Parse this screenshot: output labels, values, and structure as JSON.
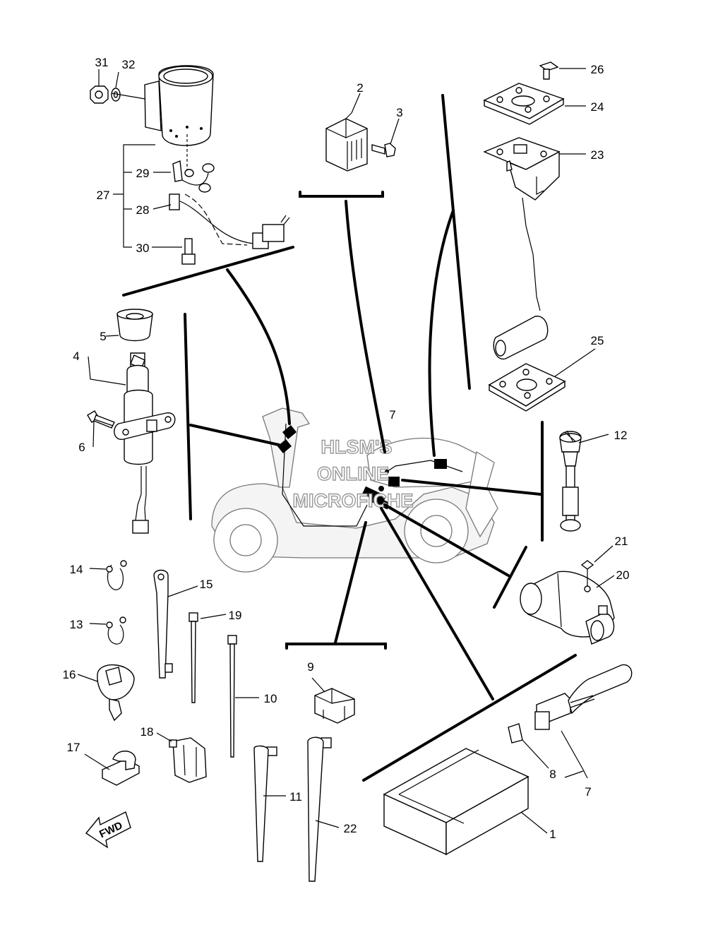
{
  "watermark": {
    "line1": "HLSM'S",
    "line2": "ONLINE",
    "line3": "MICROFICHE"
  },
  "fwd_label": "FWD",
  "callouts": {
    "c1": "1",
    "c2": "2",
    "c3": "3",
    "c4": "4",
    "c5": "5",
    "c6": "6",
    "c7a": "7",
    "c7b": "7",
    "c8": "8",
    "c9": "9",
    "c10": "10",
    "c11": "11",
    "c12": "12",
    "c13": "13",
    "c14": "14",
    "c15": "15",
    "c16": "16",
    "c17": "17",
    "c18": "18",
    "c19": "19",
    "c20": "20",
    "c21": "21",
    "c22": "22",
    "c23": "23",
    "c24": "24",
    "c25": "25",
    "c26": "26",
    "c27": "27",
    "c28": "28",
    "c29": "29",
    "c30": "30",
    "c31": "31",
    "c32": "32"
  }
}
